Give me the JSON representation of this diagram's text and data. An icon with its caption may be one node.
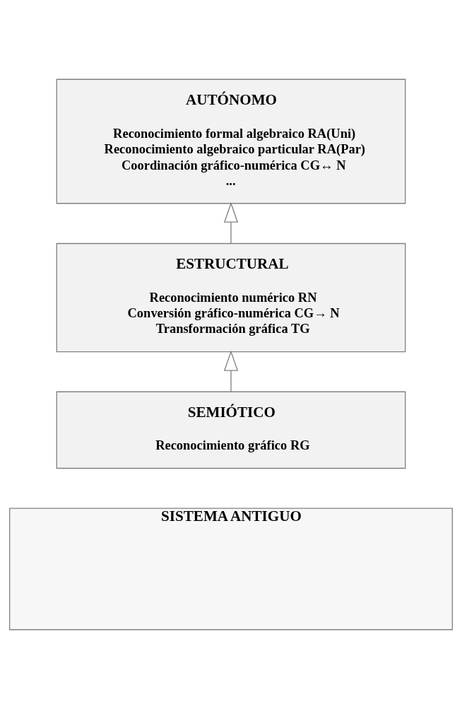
{
  "diagram": {
    "nodes": [
      {
        "text": [
          "AUTÓNOMO",
          "Reconocimiento formal algebraico RA(Uni)",
          "Reconocimiento algebraico particular RA(Par)",
          "Coordinación gráfico-numérica CG↔ N",
          "..."
        ]
      },
      {
        "text": [
          "ESTRUCTURAL",
          "Reconocimiento numérico RN",
          "Conversión gráfico-numérica CG→ N",
          "Transformación gráfica TG"
        ]
      },
      {
        "text": [
          "SEMIÓTICO",
          "Reconocimiento gráfico RG"
        ]
      },
      {
        "text": [
          "SISTEMA ANTIGUO"
        ]
      }
    ],
    "edges": [
      {
        "from": 1,
        "to": 0,
        "arrow": "to"
      },
      {
        "from": 2,
        "to": 1,
        "arrow": "to"
      }
    ]
  }
}
